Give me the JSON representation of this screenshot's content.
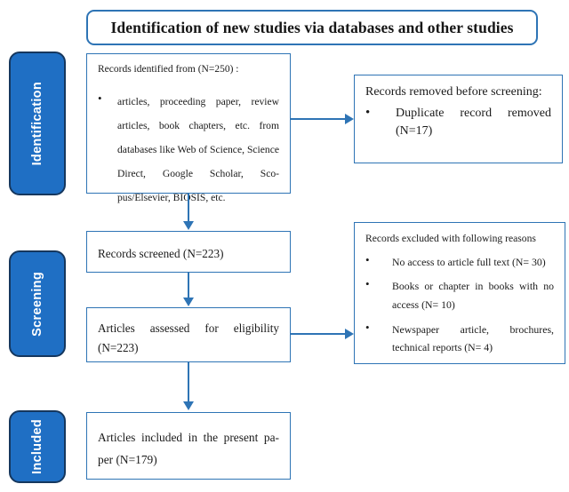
{
  "title": {
    "text": "Identification of new studies via databases and other studies"
  },
  "stages": [
    {
      "key": "identification",
      "label": "Identification"
    },
    {
      "key": "screening",
      "label": "Screening"
    },
    {
      "key": "included",
      "label": "Included"
    }
  ],
  "boxes": {
    "records_identified": {
      "lead": "Records identified from (N=250) :",
      "bullet": "articles, proceeding paper, review articles, book chapters, etc. from databases like Web of Science, Science Direct, Google Scholar, Sco-pus/Elsevier, BIOSIS, etc."
    },
    "records_removed": {
      "lead": "Records removed before screening:",
      "bullet": "Duplicate record removed (N=17)"
    },
    "records_screened": {
      "text": "Records screened (N=223)"
    },
    "articles_assessed": {
      "text": "Articles assessed for eligibility (N=223)"
    },
    "records_excluded": {
      "lead": "Records excluded with following reasons",
      "bullets": [
        "No access to article full text (N= 30)",
        "Books or chapter in books with no access (N= 10)",
        "Newspaper article, brochures, technical reports (N= 4)"
      ]
    },
    "articles_included": {
      "text": "Articles included in the present pa-per (N=179)"
    }
  },
  "glyphs": {
    "bullet": "•"
  },
  "colors": {
    "stage_fill": "#1F6FC4",
    "stage_border": "#15375E",
    "box_border": "#2E74B5",
    "connector": "#2E74B5",
    "text": "#1a1a1a",
    "background": "#ffffff"
  }
}
